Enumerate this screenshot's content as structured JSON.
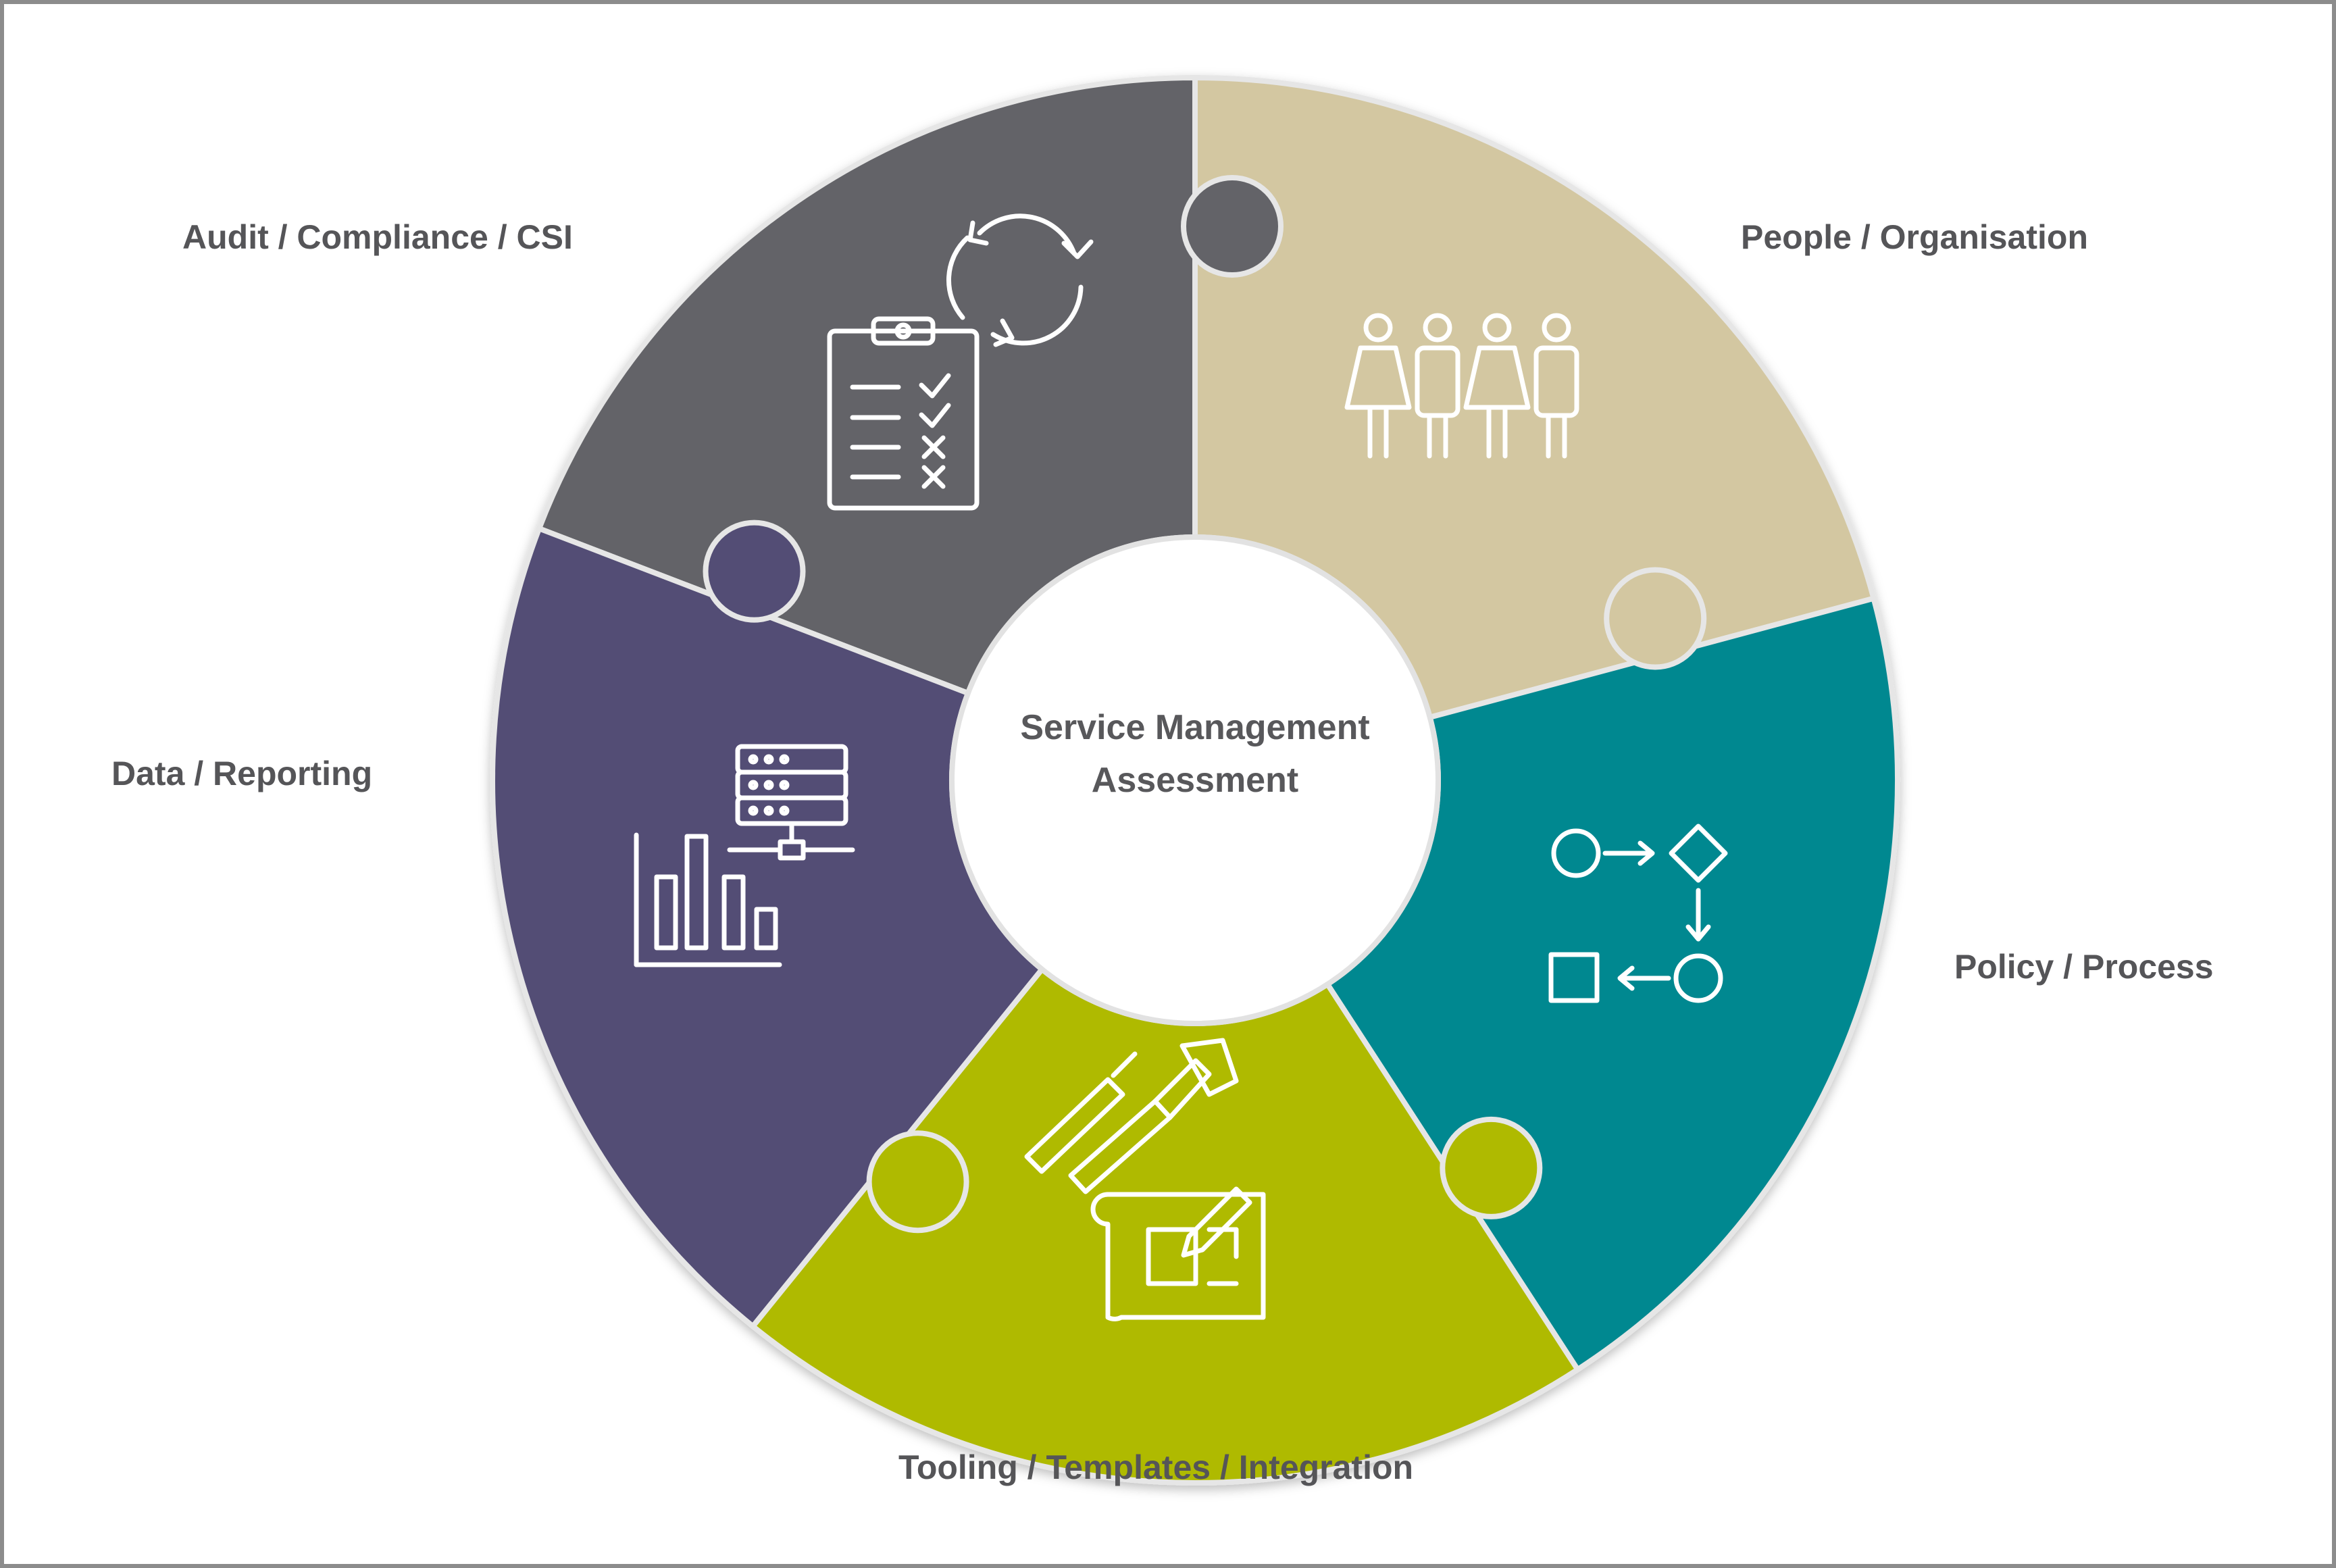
{
  "center": {
    "line1": "Service Management",
    "line2": "Assessment"
  },
  "segments": [
    {
      "label": "Audit / Compliance / CSI",
      "icon": "clipboard-checklist-cycle-icon",
      "color": "#636468"
    },
    {
      "label": "People / Organisation",
      "icon": "people-group-icon",
      "color": "#d3c7a1"
    },
    {
      "label": "Policy / Process",
      "icon": "process-flow-icon",
      "color": "#038890"
    },
    {
      "label": "Tooling / Templates / Integration",
      "icon": "tools-blueprint-icon",
      "color": "#afba00"
    },
    {
      "label": "Data / Reporting",
      "icon": "server-bar-chart-icon",
      "color": "#534e75"
    }
  ],
  "colors": {
    "border": "#8c8c8c",
    "label_text": "#555558",
    "icon_stroke": "#ffffff"
  }
}
